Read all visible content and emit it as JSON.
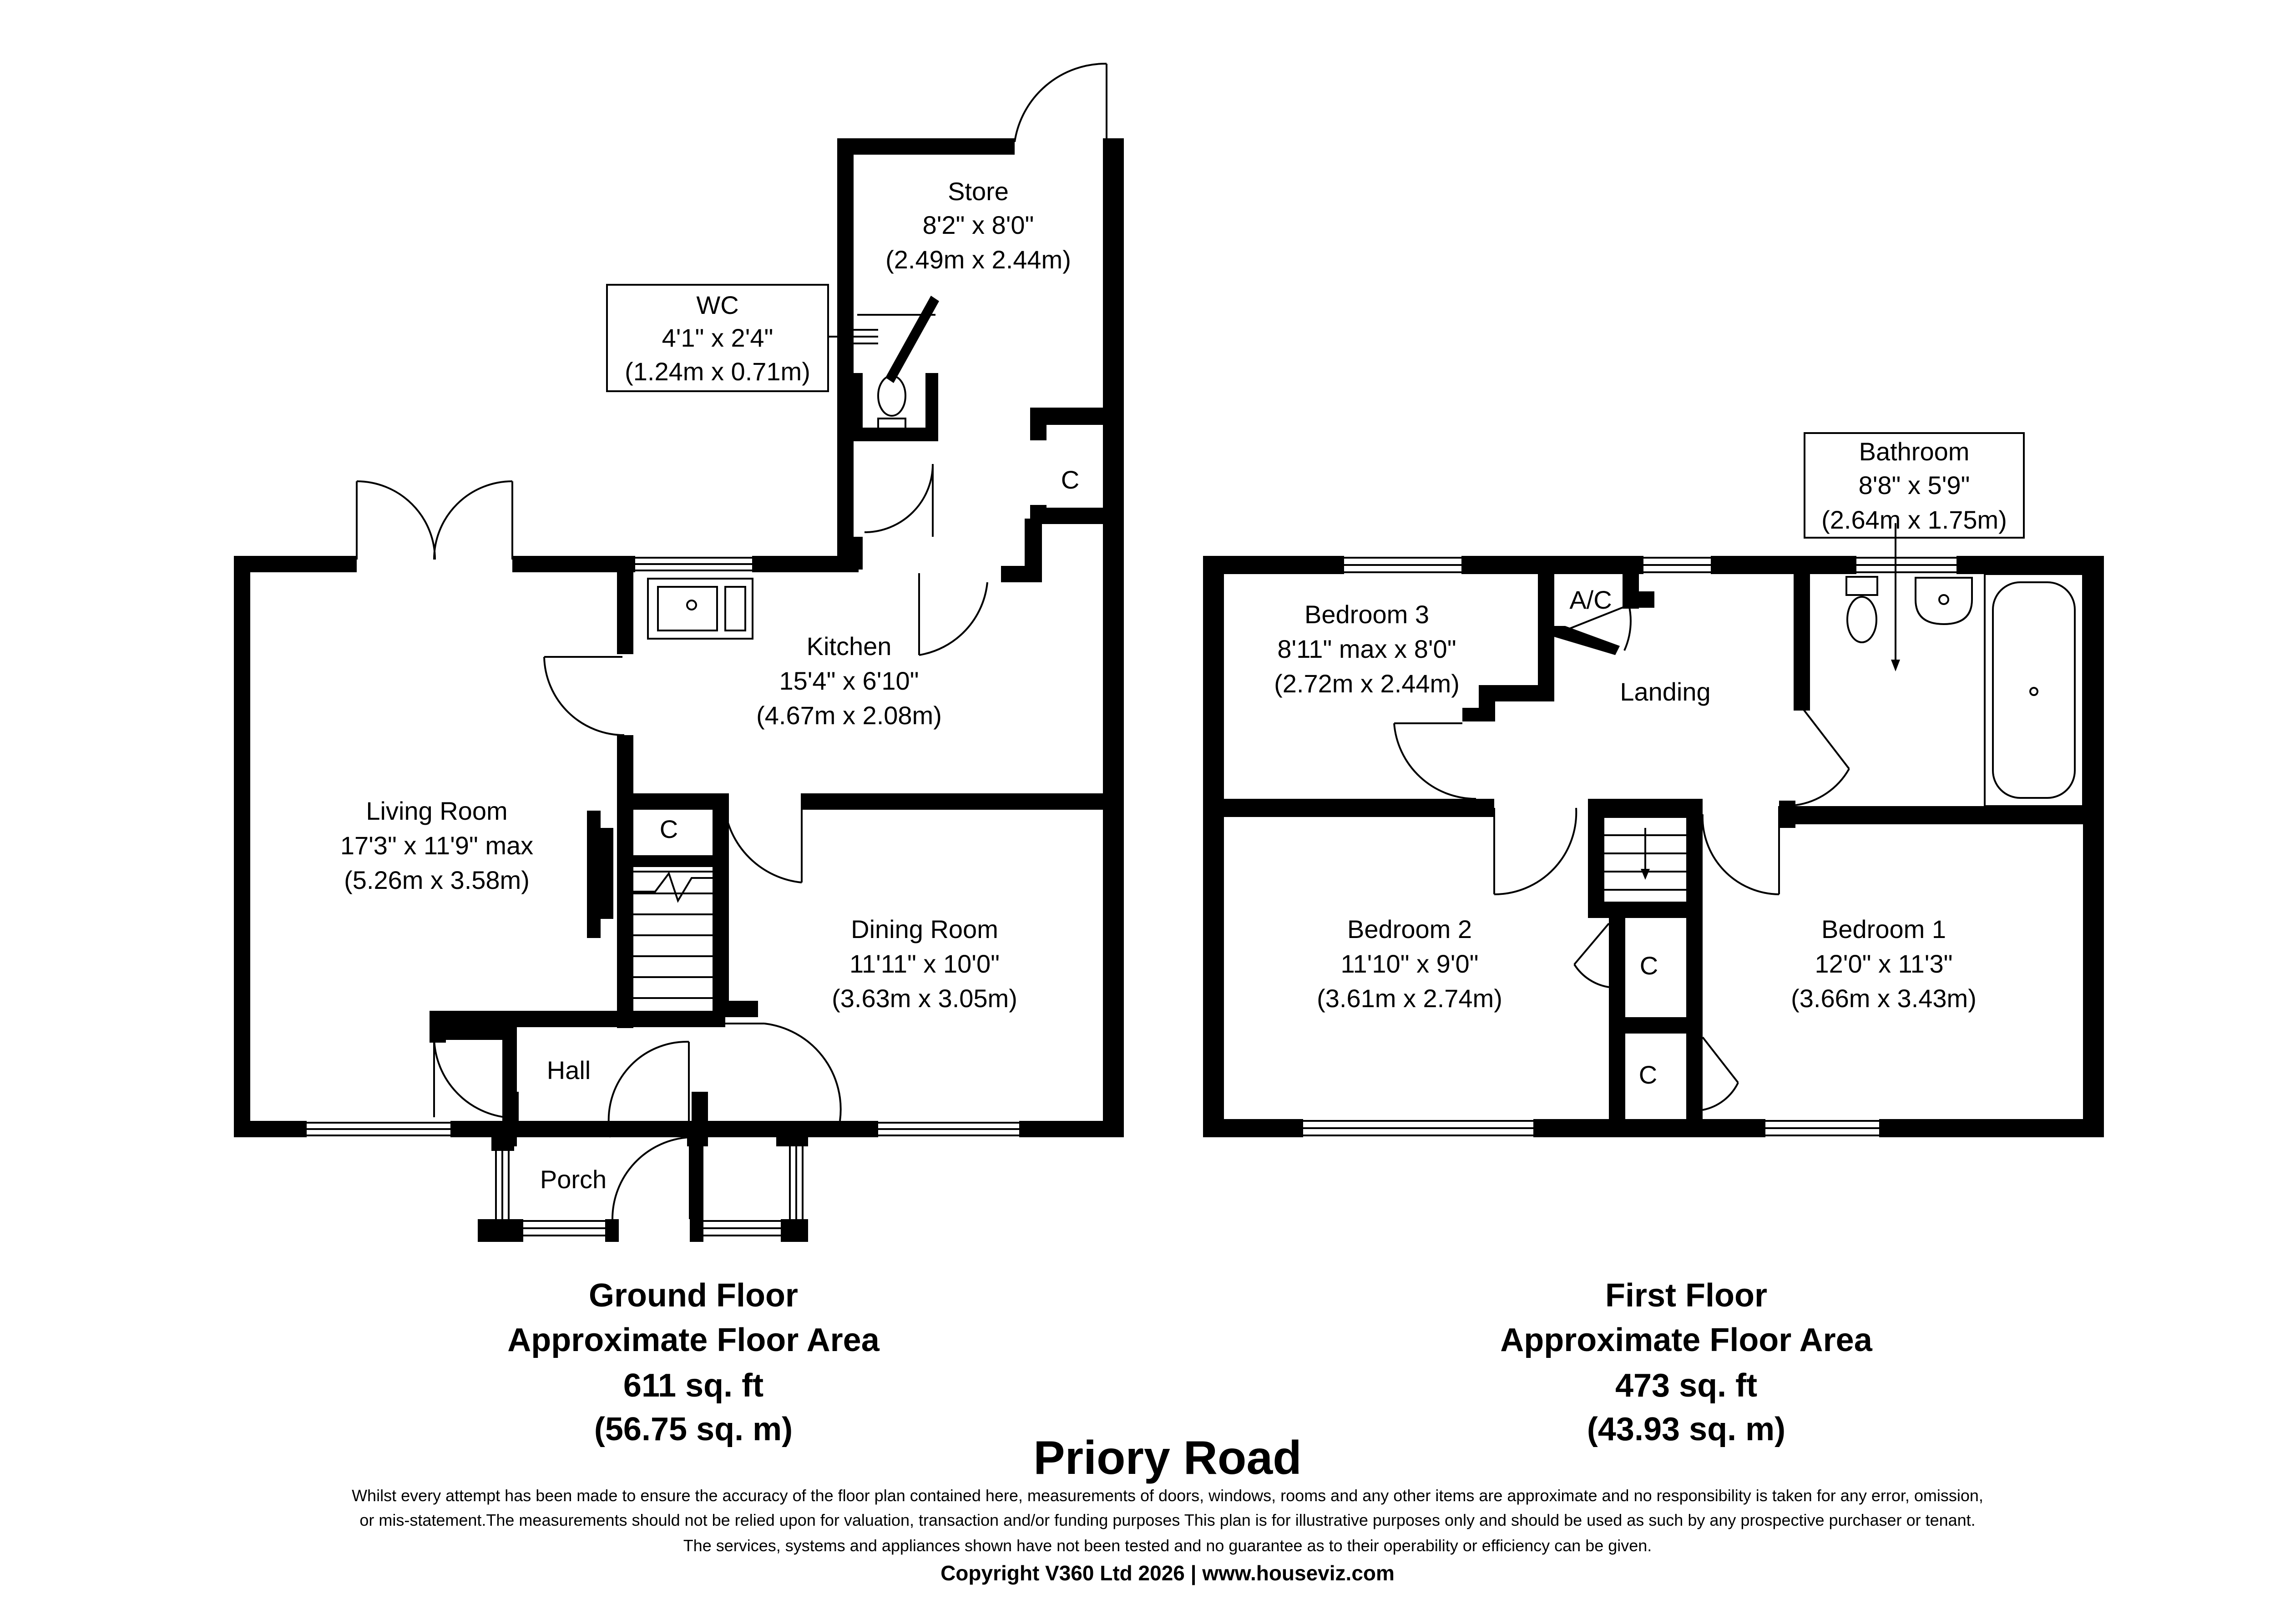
{
  "plan_title": "Priory Road",
  "ground_floor": {
    "caption": [
      "Ground Floor",
      "Approximate Floor Area",
      "611 sq. ft",
      "(56.75 sq. m)"
    ],
    "rooms": {
      "store": {
        "name": "Store",
        "imperial": "8'2\" x 8'0\"",
        "metric": "(2.49m x 2.44m)"
      },
      "wc": {
        "name": "WC",
        "imperial": "4'1\" x 2'4\"",
        "metric": "(1.24m x 0.71m)"
      },
      "kitchen": {
        "name": "Kitchen",
        "imperial": "15'4\" x 6'10\"",
        "metric": "(4.67m x 2.08m)"
      },
      "living_room": {
        "name": "Living Room",
        "imperial": "17'3\" x 11'9\" max",
        "metric": "(5.26m x 3.58m)"
      },
      "dining_room": {
        "name": "Dining Room",
        "imperial": "11'11\" x 10'0\"",
        "metric": "(3.63m x 3.05m)"
      },
      "hall": {
        "name": "Hall"
      },
      "porch": {
        "name": "Porch"
      },
      "cupboard_store": {
        "name": "C"
      },
      "cupboard_stairs": {
        "name": "C"
      }
    }
  },
  "first_floor": {
    "caption": [
      "First Floor",
      "Approximate Floor Area",
      "473 sq. ft",
      "(43.93 sq. m)"
    ],
    "rooms": {
      "bathroom": {
        "name": "Bathroom",
        "imperial": "8'8\" x 5'9\"",
        "metric": "(2.64m x 1.75m)"
      },
      "bedroom3": {
        "name": "Bedroom 3",
        "imperial": "8'11\" max x 8'0\"",
        "metric": "(2.72m x 2.44m)"
      },
      "landing": {
        "name": "Landing"
      },
      "airing_cupboard": {
        "name": "A/C"
      },
      "bedroom2": {
        "name": "Bedroom 2",
        "imperial": "11'10\" x 9'0\"",
        "metric": "(3.61m x 2.74m)"
      },
      "bedroom1": {
        "name": "Bedroom 1",
        "imperial": "12'0\" x 11'3\"",
        "metric": "(3.66m x 3.43m)"
      },
      "cupboard_upper": {
        "name": "C"
      },
      "cupboard_lower": {
        "name": "C"
      }
    }
  },
  "disclaimer": [
    "Whilst every attempt has been made to ensure the accuracy of the floor plan contained here, measurements of doors, windows, rooms and any other items are approximate and no responsibility is taken for any error, omission,",
    "or mis-statement.The measurements should not be relied upon for valuation, transaction and/or funding purposes This plan is for illustrative purposes only and should be used as such by any prospective purchaser or tenant.",
    "The services, systems and appliances shown have not been tested and no guarantee as to their operability or efficiency can be given."
  ],
  "copyright": "Copyright V360 Ltd 2026 | www.houseviz.com"
}
